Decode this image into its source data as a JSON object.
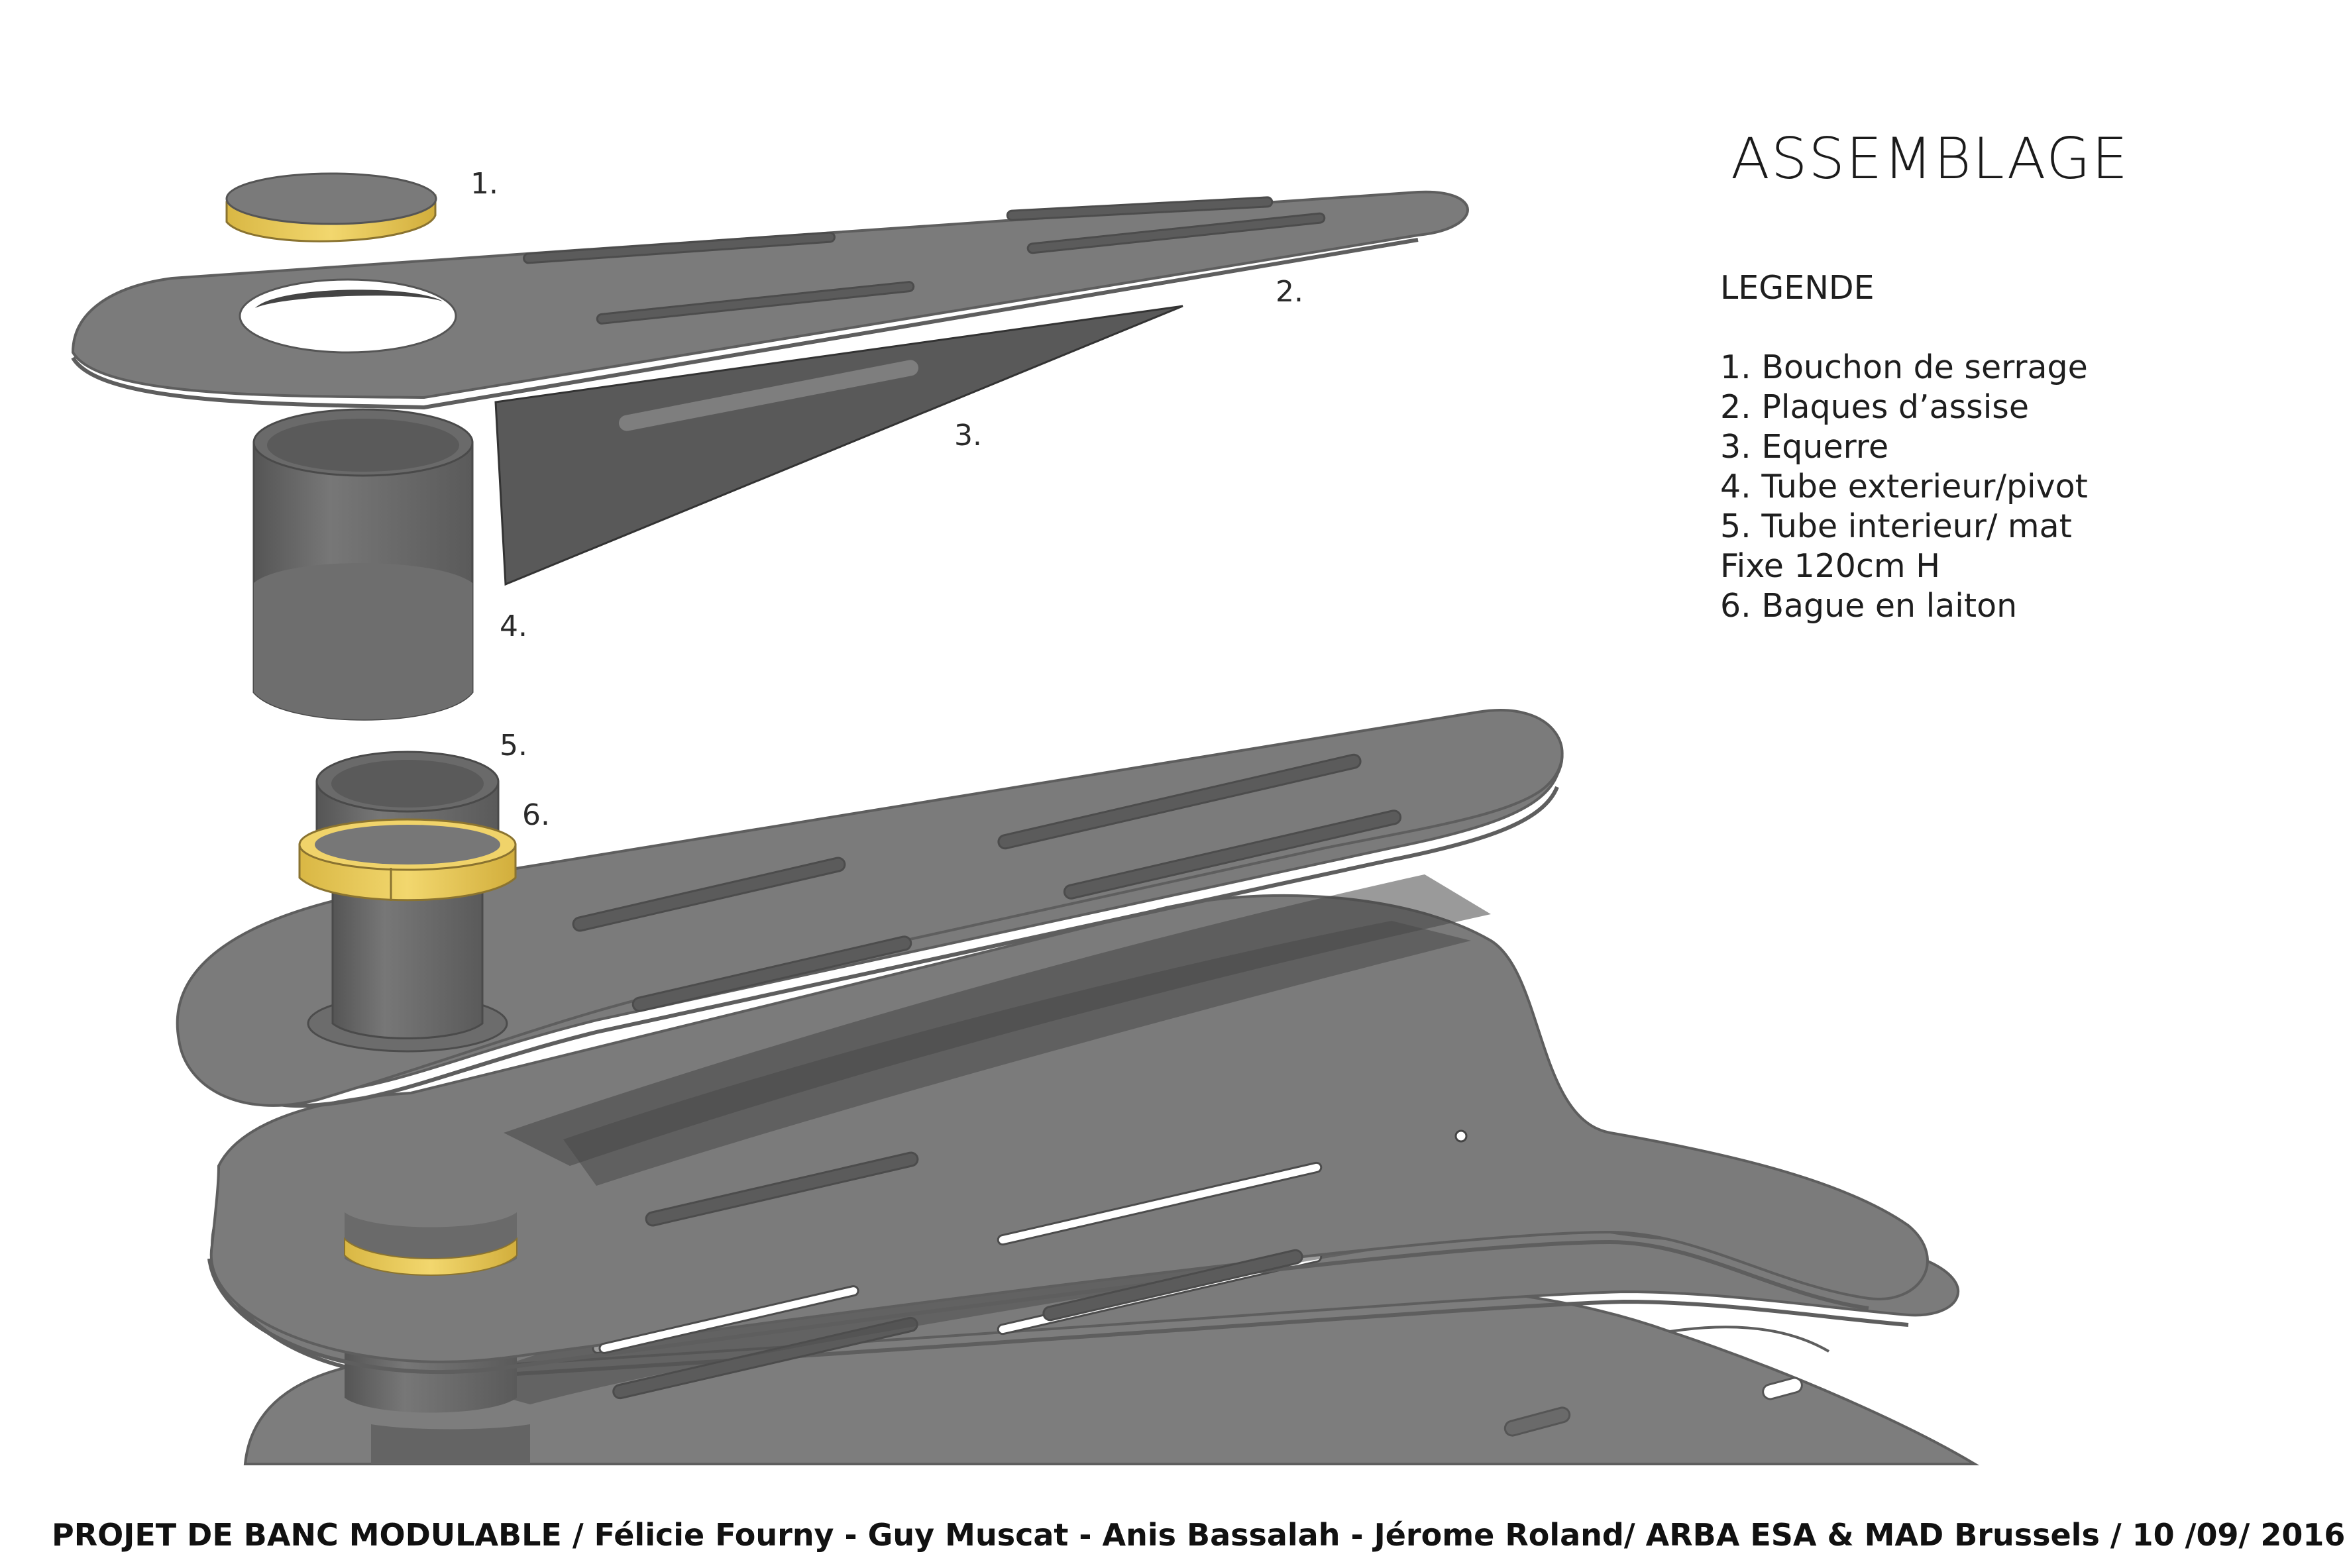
{
  "title": "ASSEMBLAGE",
  "legend": {
    "heading": "LEGENDE",
    "items": [
      "1. Bouchon de serrage",
      "2. Plaques d’assise",
      "3. Equerre",
      "4. Tube exterieur/pivot",
      "5. Tube interieur/ mat",
      "Fixe 120cm H",
      "6. Bague en laiton"
    ]
  },
  "callouts": [
    "1.",
    "2.",
    "3.",
    "4.",
    "5.",
    "6."
  ],
  "footer": "PROJET DE BANC MODULABLE / Félicie Fourny - Guy Muscat - Anis Bassalah - Jérome Roland/ ARBA ESA & MAD Brussels / 10 /09/ 2016",
  "colors": {
    "plate": "#7b7b7b",
    "plate_edge": "#5e5e5e",
    "shadow": "#4f4f4f",
    "brass": "#e8c95c"
  }
}
